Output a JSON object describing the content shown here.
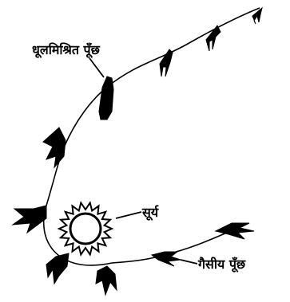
{
  "labels": {
    "dust_tail": "धूलमिश्रित पूँछ",
    "sun": "सूर्य",
    "gas_tail": "गैसीय पूँछ"
  },
  "colors": {
    "ink": "#000000",
    "background": "#ffffff"
  }
}
